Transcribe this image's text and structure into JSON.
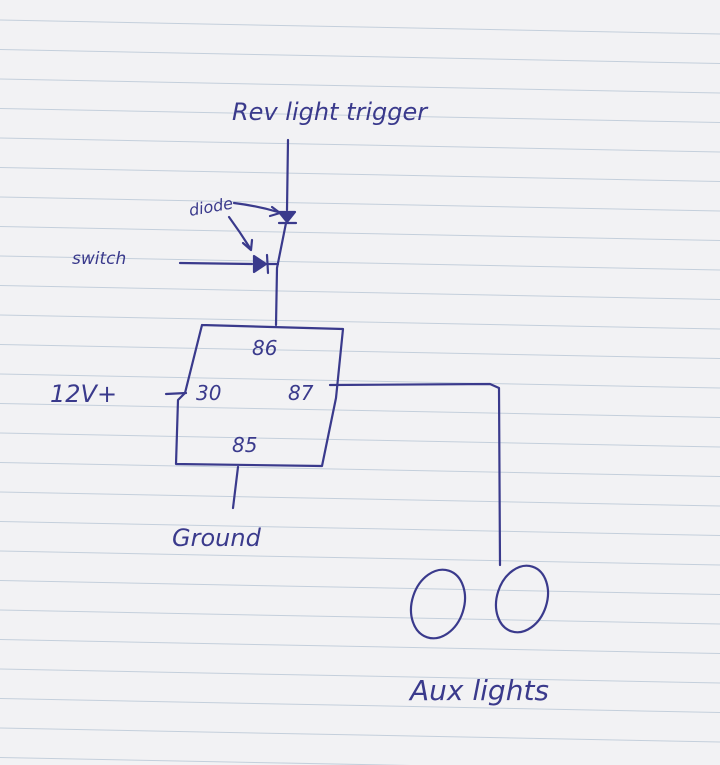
{
  "labels": {
    "trigger": "Rev light trigger",
    "diode": "diode",
    "switch": "switch",
    "pin86": "86",
    "pin30": "30",
    "pin87": "87",
    "pin85": "85",
    "power": "12V+",
    "ground": "Ground",
    "aux": "Aux lights"
  },
  "colors": {
    "paper": "#f2f2f4",
    "rule": "#9fb3c8",
    "ink": "#3a3a8c"
  }
}
